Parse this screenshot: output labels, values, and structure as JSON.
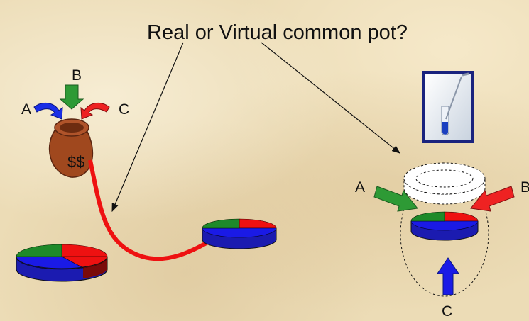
{
  "title": "Real or Virtual common pot?",
  "left_pot": {
    "money_label": "$$",
    "inputs": [
      "A",
      "B",
      "C"
    ]
  },
  "right_pot": {
    "inputs": [
      "A",
      "B",
      "C"
    ]
  },
  "colors": {
    "red": "#ee1111",
    "green": "#1e8a2a",
    "blue": "#1a1ae6",
    "pot_brown": "#a0481e"
  }
}
